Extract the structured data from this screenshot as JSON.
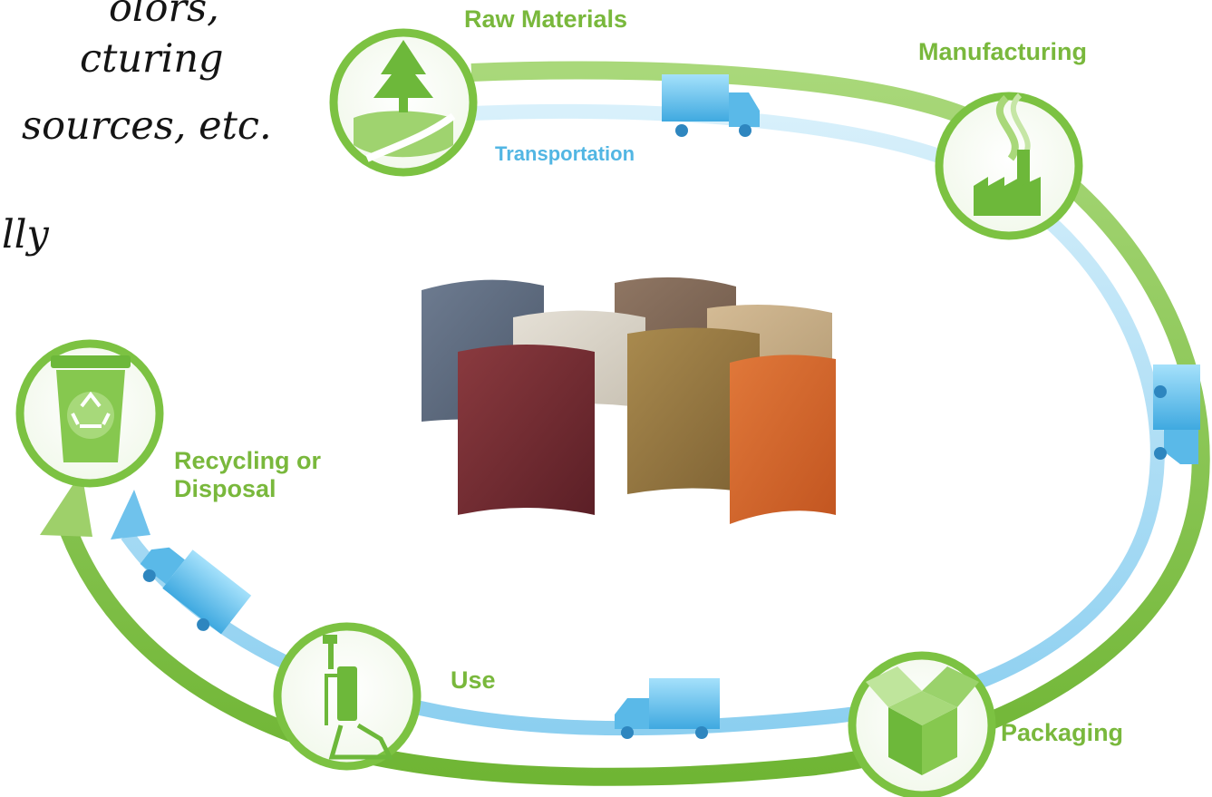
{
  "partial_text": {
    "line1": "olors,",
    "line2": "cturing",
    "line3": "sources, etc.",
    "line4": "lly"
  },
  "stages": {
    "raw_materials": "Raw Materials",
    "manufacturing": "Manufacturing",
    "packaging": "Packaging",
    "use": "Use",
    "recycling_line1": "Recycling or",
    "recycling_line2": "Disposal"
  },
  "transport_label": "Transportation",
  "icons": [
    "tree-icon",
    "factory-icon",
    "box-icon",
    "vacuum-icon",
    "recycle-bin-icon",
    "truck-icon"
  ],
  "colors": {
    "green": "#7cc242",
    "green_light": "#a9d87a",
    "blue": "#8dd0f0",
    "blue_light": "#c8e9f8",
    "label_green": "#79b83c",
    "label_blue": "#52b6e3"
  },
  "samples": [
    "slate-blue",
    "light-grey",
    "taupe",
    "beige",
    "burgundy",
    "olive-brown",
    "orange"
  ]
}
